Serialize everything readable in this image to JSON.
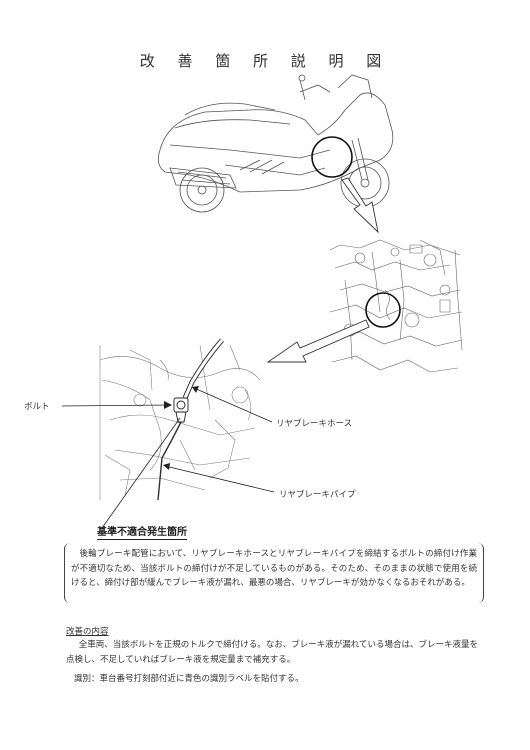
{
  "document": {
    "title": "改 善 箇 所 説 明 図",
    "labels": {
      "bolt": "ボルト",
      "rear_brake_hose": "リヤブレーキホース",
      "rear_brake_pipe": "リヤブレーキパイプ"
    },
    "defect_section": {
      "heading": "基準不適合発生箇所",
      "text": "後輪ブレーキ配管において、リヤブレーキホースとリヤブレーキパイプを締結するボルトの締付け作業が不適切なため、当該ボルトの締付けが不足しているものがある。そのため、そのままの状態で使用を続けると、締付け部が緩んでブレーキ液が漏れ、最悪の場合、リヤブレーキが効かなくなるおそれがある。"
    },
    "remedy": {
      "heading": "改善の内容",
      "text": "全車両、当該ボルトを正規のトルクで締付ける。なお、ブレーキ液が漏れている場合は、ブレーキ液量を点検し、不足していればブレーキ液を規定量まで補充する。"
    },
    "identification": "識別：車台番号打刻部付近に青色の識別ラベルを貼付する。"
  }
}
